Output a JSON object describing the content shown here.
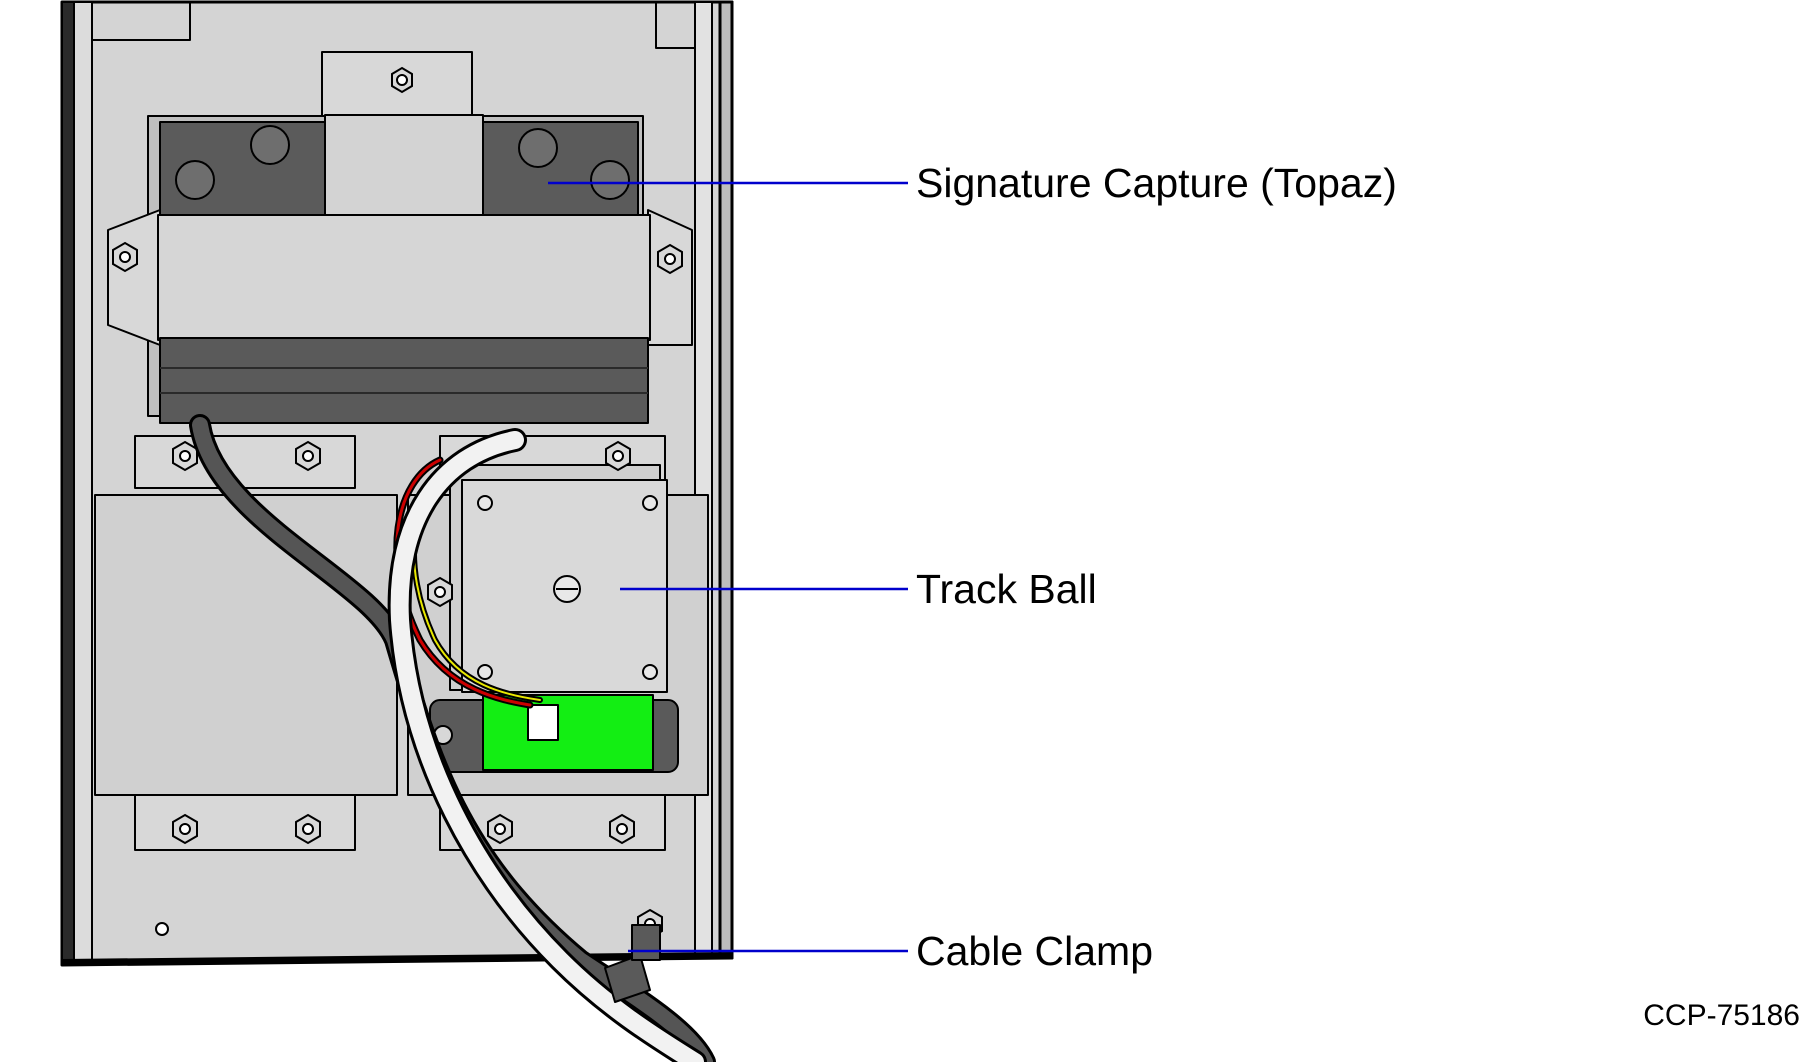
{
  "callouts": [
    {
      "id": "signature-capture",
      "label": "Signature Capture (Topaz)"
    },
    {
      "id": "track-ball",
      "label": "Track Ball"
    },
    {
      "id": "cable-clamp",
      "label": "Cable Clamp"
    }
  ],
  "figure_id": "CCP-75186",
  "colors": {
    "panel": "#d2d2d2",
    "outline": "#000000",
    "device_dark": "#5a5a5a",
    "pcb_green": "#13ee13",
    "leader_line": "#0000cc"
  }
}
